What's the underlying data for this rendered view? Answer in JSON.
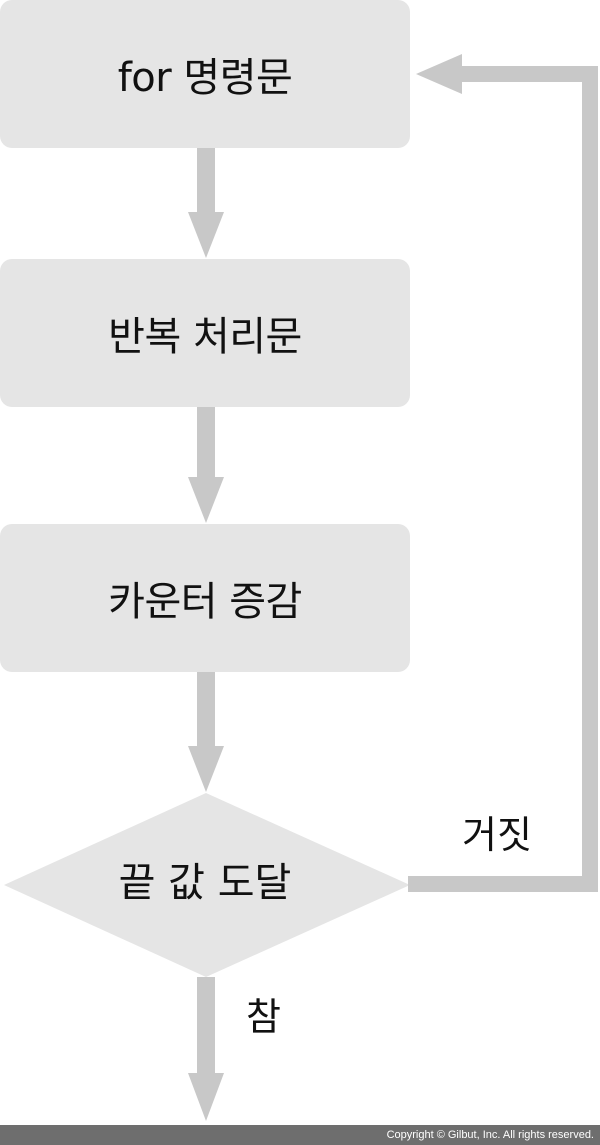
{
  "flowchart": {
    "steps": [
      {
        "label": "for 명령문"
      },
      {
        "label": "반복 처리문"
      },
      {
        "label": "카운터 증감"
      }
    ],
    "decision": {
      "label": "끝 값 도달"
    },
    "branches": {
      "false_label": "거짓",
      "true_label": "참"
    }
  },
  "colors": {
    "box_fill": "#e5e5e5",
    "arrow": "#c8c8c8",
    "footer_bg": "#6e6e6e"
  },
  "footer": {
    "copyright": "Copyright © Gilbut, Inc. All rights reserved."
  }
}
